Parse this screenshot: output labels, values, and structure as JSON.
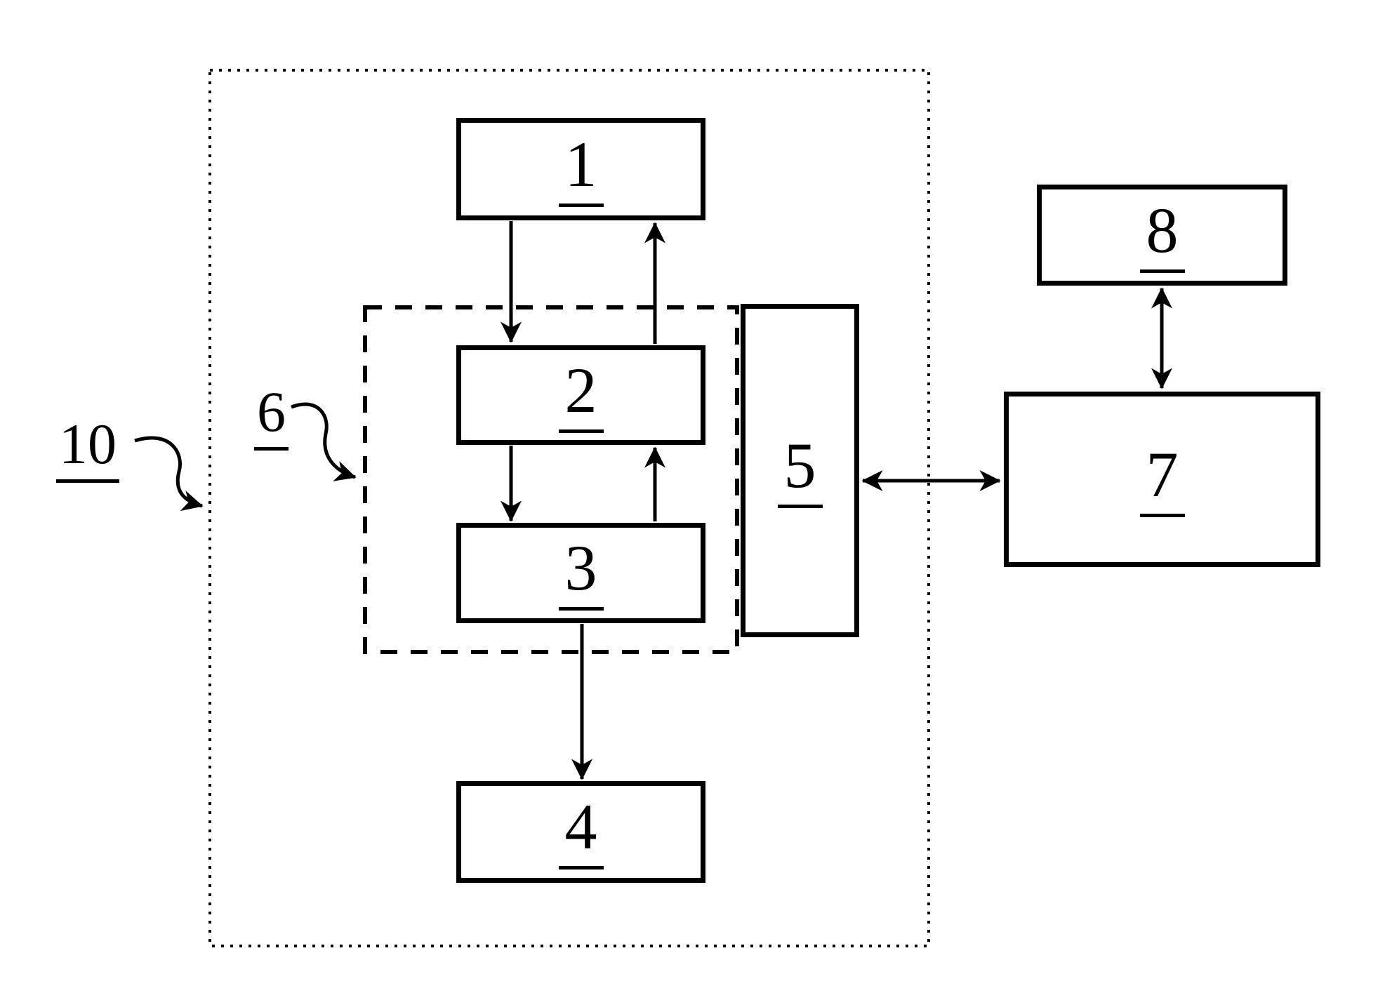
{
  "figure": {
    "background": "#ffffff",
    "line_color": "#000000",
    "blocks": {
      "b1": {
        "label": "1"
      },
      "b2": {
        "label": "2"
      },
      "b3": {
        "label": "3"
      },
      "b4": {
        "label": "4"
      },
      "b5": {
        "label": "5"
      },
      "b7": {
        "label": "7"
      },
      "b8": {
        "label": "8"
      }
    },
    "annotations": {
      "system": {
        "label": "10"
      },
      "group": {
        "label": "6"
      }
    }
  }
}
